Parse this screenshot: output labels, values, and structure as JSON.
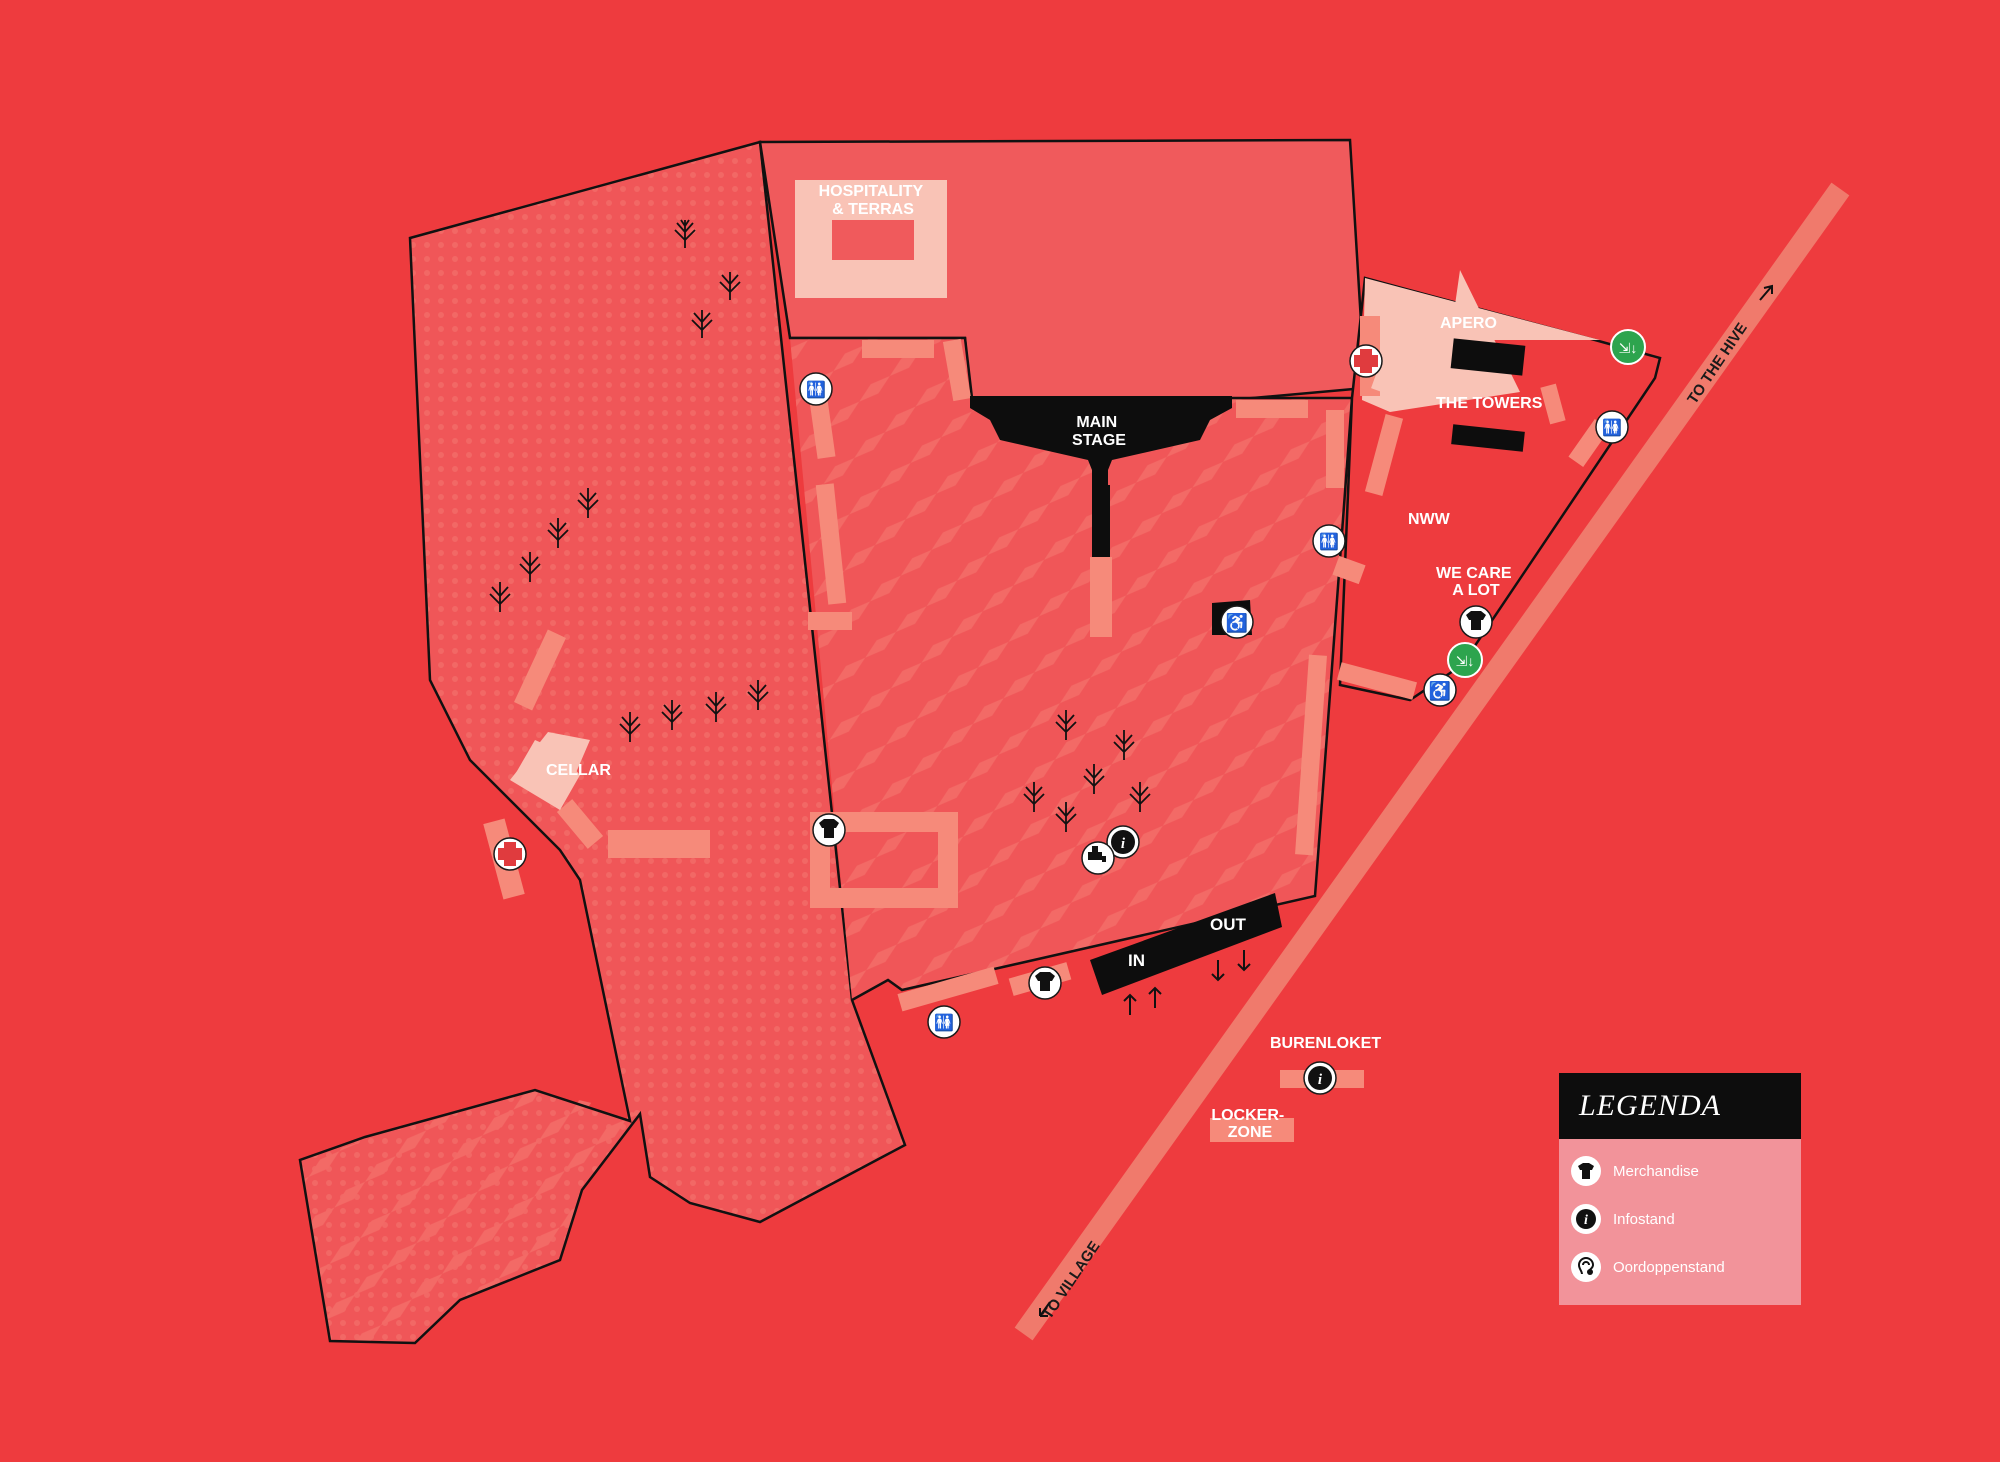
{
  "colors": {
    "background": "#ee3b3e",
    "zone_fill": "#f05658",
    "pale": "#f9c3b6",
    "salmon": "#f68a7a",
    "road": "#f07a6c",
    "black": "#0d0d0d",
    "green_exit": "#2da44e",
    "legend_bg": "#f2939a"
  },
  "areas": {
    "hospitality": "HOSPITALITY\n& TERRAS",
    "main_stage": "MAIN\nSTAGE",
    "apero": "APERO",
    "the_towers": "THE TOWERS",
    "nww": "NWW",
    "we_care": "WE CARE\nA LOT",
    "cellar": "CELLAR",
    "burenloket": "BURENLOKET",
    "lockerzone": "LOCKER-\nZONE"
  },
  "gates": {
    "in": "IN",
    "out": "OUT"
  },
  "roads": {
    "to_hive": "TO THE HIVE",
    "to_village": "TO VILLAGE"
  },
  "legend": {
    "title": "LEGENDA",
    "items": [
      {
        "icon": "tshirt-icon",
        "label": "Merchandise"
      },
      {
        "icon": "info-icon",
        "label": "Infostand"
      },
      {
        "icon": "ear-icon",
        "label": "Oordoppenstand"
      }
    ]
  }
}
